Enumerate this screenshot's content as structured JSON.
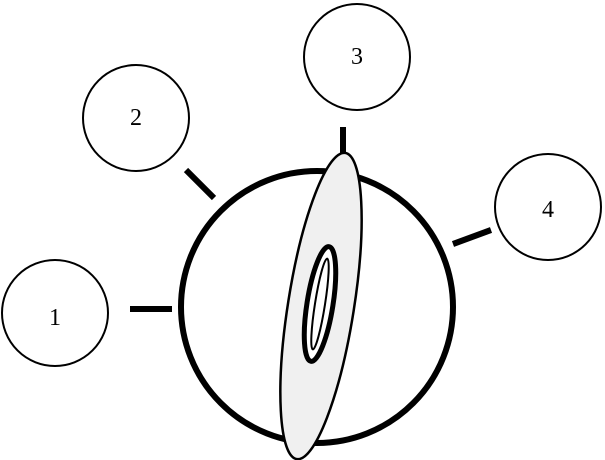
{
  "switch": {
    "positions": [
      {
        "label": "1"
      },
      {
        "label": "2"
      },
      {
        "label": "3"
      },
      {
        "label": "4"
      }
    ],
    "colors": {
      "stroke": "#000000",
      "fill": "#ffffff",
      "knob_fill": "#f0f0f0"
    }
  }
}
